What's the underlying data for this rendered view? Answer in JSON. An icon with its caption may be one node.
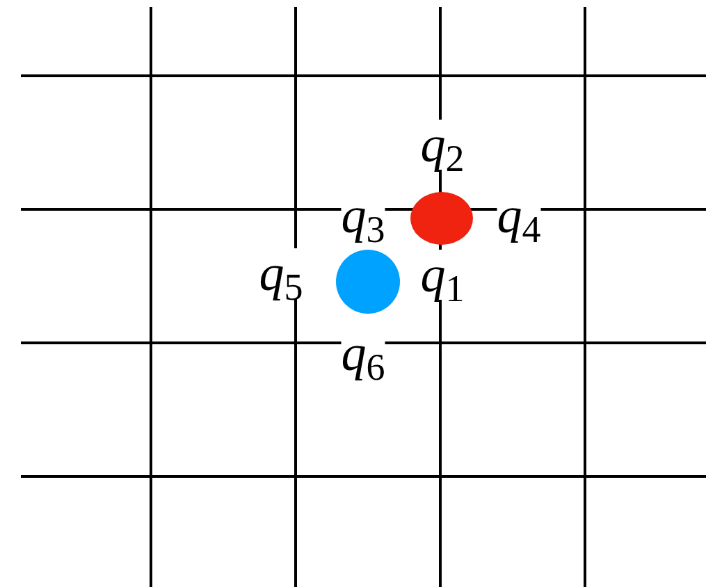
{
  "diagram": {
    "labels": [
      "*q*$_{2}$",
      "*q*$_{3}$",
      "*q*$_{4}$",
      "*q*$_{5}$",
      "*q*$_{1}$",
      "*q*$_{6}$"
    ]
  }
}
